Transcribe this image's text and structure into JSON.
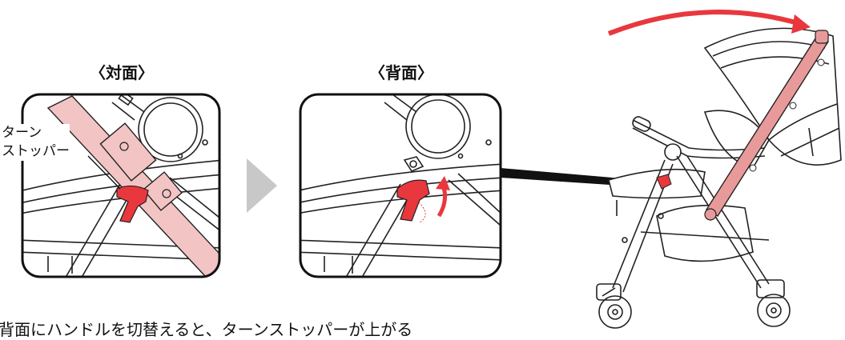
{
  "panels": {
    "front": {
      "heading": "〈対面〉"
    },
    "back": {
      "heading": "〈背面〉"
    }
  },
  "callout": {
    "line1": "ターン",
    "line2": "ストッパー"
  },
  "caption": "背面にハンドルを切替えると、ターンストッパーが上がる",
  "colors": {
    "accent": "#e8383d",
    "pink": "#e89a9a",
    "pink_light": "#f2c4c4",
    "arrow_gray": "#c8c8c8"
  }
}
